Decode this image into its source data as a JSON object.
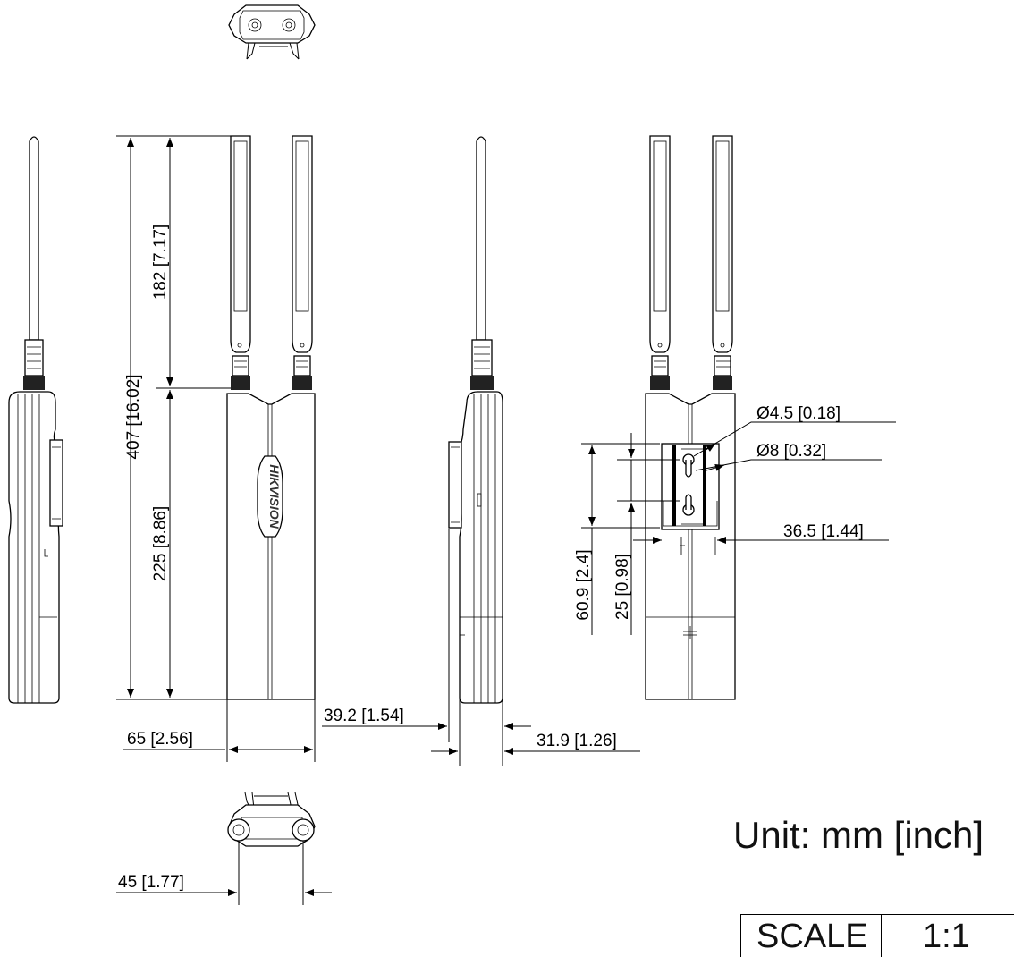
{
  "brand": "HIKVISION",
  "dimensions": {
    "total_height": "407  [16.02]",
    "antenna_length": "182  [7.17]",
    "body_length": "225  [8.86]",
    "front_width": "65  [2.56]",
    "side_depth": "39.2  [1.54]",
    "rear_depth": "31.9  [1.26]",
    "bottom_width": "45  [1.77]",
    "hole_small": "Ø4.5  [0.18]",
    "hole_large": "Ø8  [0.32]",
    "hole_spacing_width": "36.5  [1.44]",
    "bracket_height": "60.9  [2.4]",
    "hole_pitch": "25  [0.98]"
  },
  "unit_label": "Unit: mm [inch]",
  "scale": {
    "label": "SCALE",
    "value": "1:1"
  }
}
